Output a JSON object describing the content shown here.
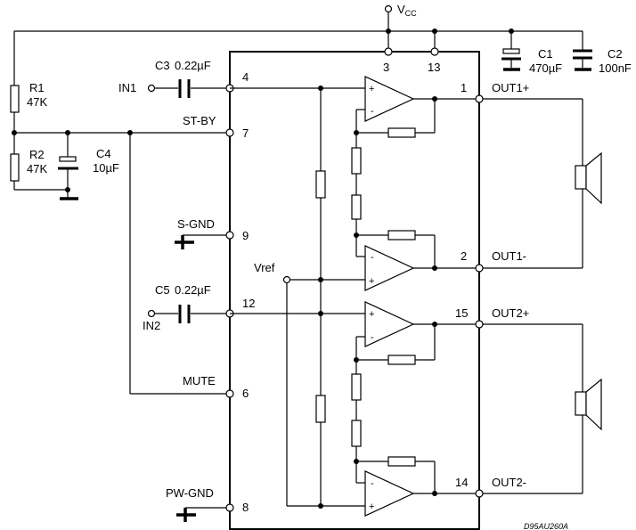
{
  "supply": {
    "main": "V",
    "sub": "CC"
  },
  "components": {
    "r1": {
      "name": "R1",
      "value": "47K"
    },
    "r2": {
      "name": "R2",
      "value": "47K"
    },
    "c1": {
      "name": "C1",
      "value": "470µF"
    },
    "c2": {
      "name": "C2",
      "value": "100nF"
    },
    "c3": {
      "name": "C3",
      "value": "0.22µF"
    },
    "c4": {
      "name": "C4",
      "value": "10µF"
    },
    "c5": {
      "name": "C5",
      "value": "0.22µF"
    }
  },
  "signals": {
    "in1": "IN1",
    "in2": "IN2",
    "stby": "ST-BY",
    "sgnd": "S-GND",
    "vref": "Vref",
    "mute": "MUTE",
    "pwgnd": "PW-GND",
    "out1p": "OUT1+",
    "out1m": "OUT1-",
    "out2p": "OUT2+",
    "out2m": "OUT2-"
  },
  "pins": {
    "p3": "3",
    "p13": "13",
    "p4": "4",
    "p7": "7",
    "p9": "9",
    "p12": "12",
    "p6": "6",
    "p8": "8",
    "p1": "1",
    "p2": "2",
    "p15": "15",
    "p14": "14"
  },
  "opamp_signs": {
    "plus": "+",
    "minus": "-"
  },
  "drawing_code": "D95AU260A"
}
